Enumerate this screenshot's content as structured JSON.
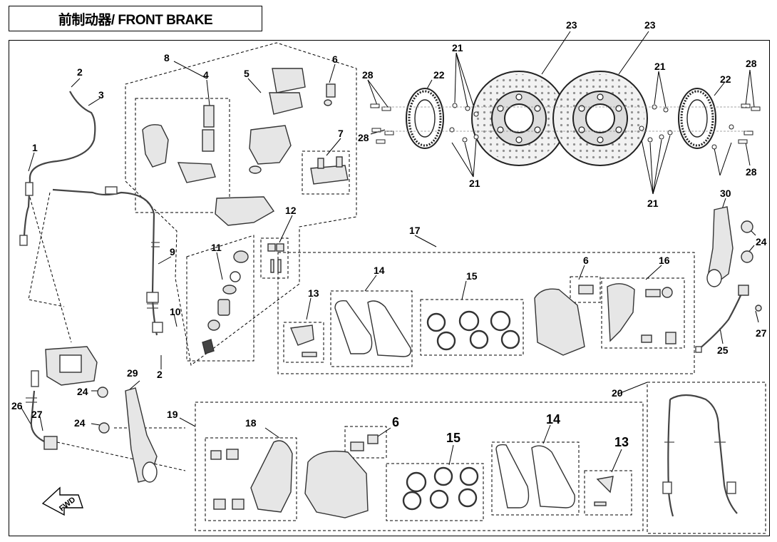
{
  "title": "前制动器/ FRONT BRAKE",
  "fwd_label": "FWD",
  "callouts": {
    "c1": "1",
    "c2a": "2",
    "c2b": "2",
    "c3": "3",
    "c4": "4",
    "c5": "5",
    "c6a": "6",
    "c6b": "6",
    "c6c": "6",
    "c7": "7",
    "c8": "8",
    "c9": "9",
    "c10": "10",
    "c11": "11",
    "c12": "12",
    "c13a": "13",
    "c13b": "13",
    "c14a": "14",
    "c14b": "14",
    "c15a": "15",
    "c15b": "15",
    "c16": "16",
    "c17": "17",
    "c18": "18",
    "c19": "19",
    "c20": "20",
    "c21a": "21",
    "c21b": "21",
    "c21c": "21",
    "c21d": "21",
    "c22a": "22",
    "c22b": "22",
    "c23a": "23",
    "c23b": "23",
    "c24a": "24",
    "c24b": "24",
    "c24c": "24",
    "c25": "25",
    "c26": "26",
    "c27a": "27",
    "c27b": "27",
    "c28a": "28",
    "c28b": "28",
    "c28c": "28",
    "c28d": "28",
    "c29": "29",
    "c30": "30"
  },
  "colors": {
    "line": "#000000",
    "part": "#555555",
    "part_fill": "#e6e6e6"
  }
}
